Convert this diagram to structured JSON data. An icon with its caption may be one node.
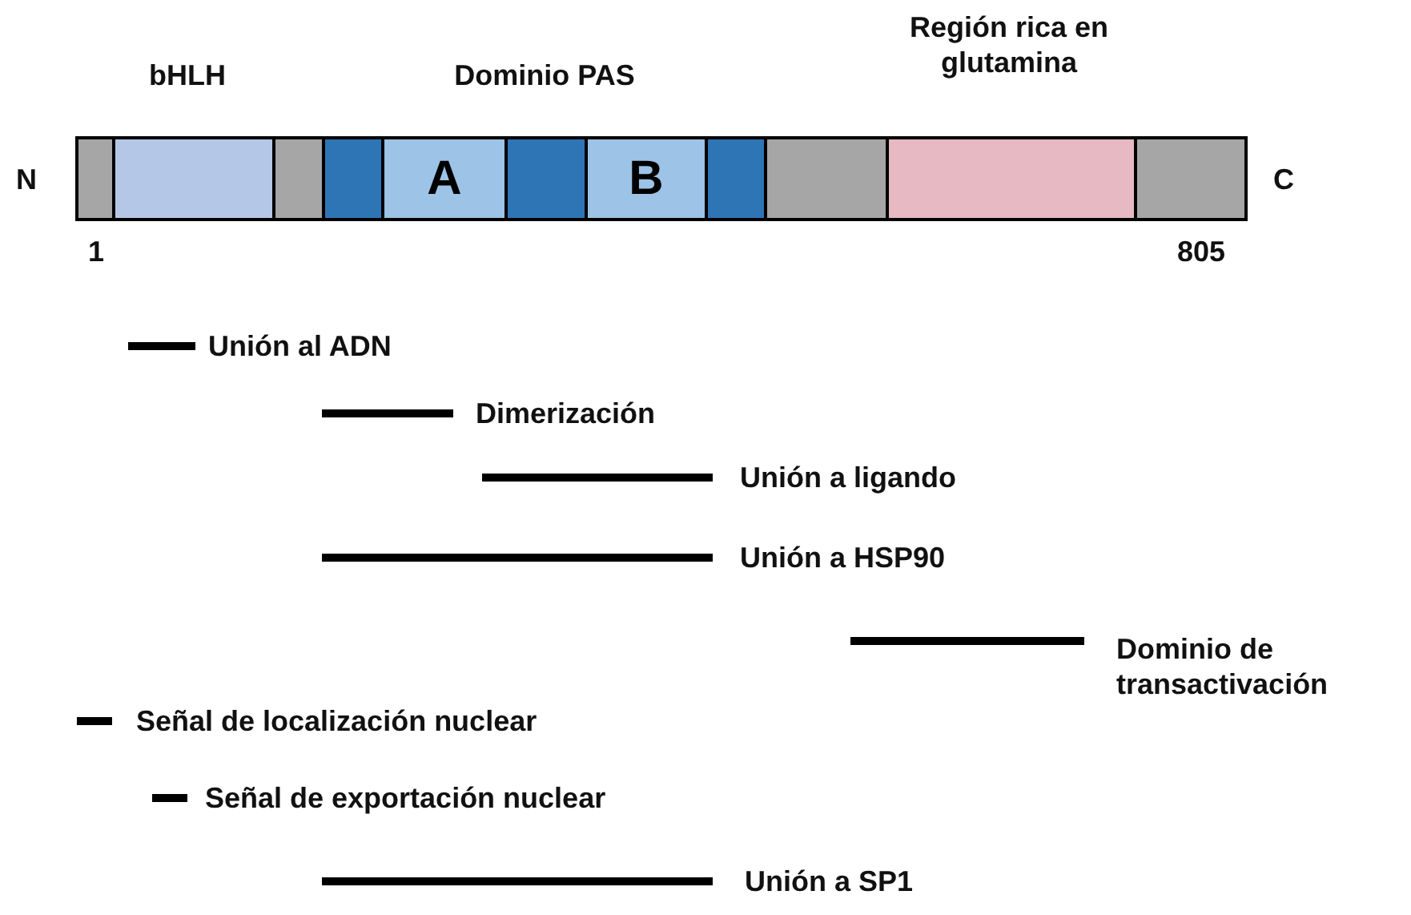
{
  "diagram": {
    "nodes": [
      {
        "text": [],
        "shape": "box"
      },
      {
        "text": [],
        "shape": "box"
      },
      {
        "text": [],
        "shape": "box"
      },
      {
        "text": [],
        "shape": "box"
      },
      {
        "text": [
          "A"
        ]
      },
      {
        "text": [],
        "shape": "box"
      },
      {
        "text": [
          "B"
        ]
      },
      {
        "text": [],
        "shape": "box"
      },
      {
        "text": [],
        "shape": "box"
      },
      {
        "text": [],
        "shape": "box"
      },
      {
        "text": [],
        "shape": "box"
      }
    ],
    "edges": [],
    "labels": [
      "bHLH",
      "Dominio PAS",
      "Región rica en glutamina",
      "N",
      "C",
      "1",
      "805",
      "Unión al ADN",
      "Dimerización",
      "Unión a ligando",
      "Unión a HSP90",
      "Dominio de transactivación",
      "Señal de localización nuclear",
      "Señal de exportación nuclear",
      "Unión a SP1"
    ]
  }
}
